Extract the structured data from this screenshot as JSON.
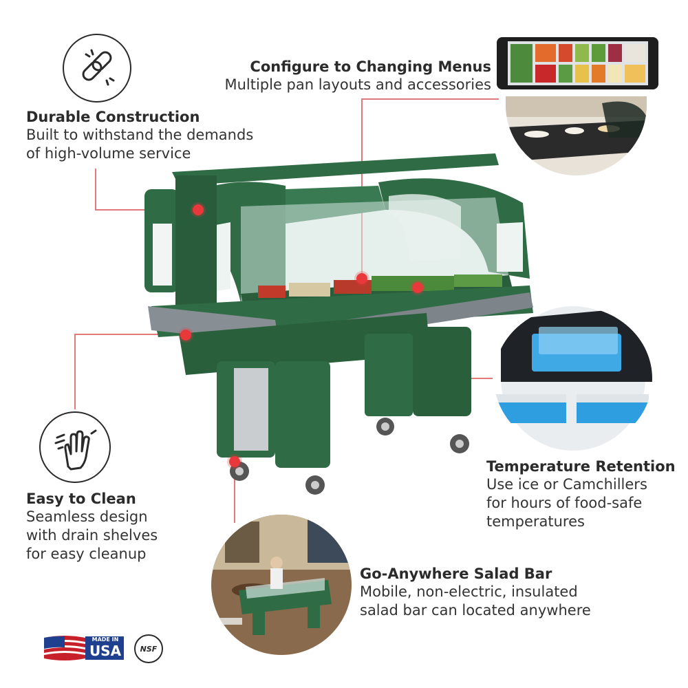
{
  "features": {
    "configure": {
      "title": "Configure to Changing Menus",
      "lines": [
        "Multiple pan layouts and accessories"
      ]
    },
    "durable": {
      "title": "Durable Construction",
      "lines": [
        "Built to withstand the demands",
        "of high-volume service"
      ]
    },
    "clean": {
      "title": "Easy to Clean",
      "lines": [
        "Seamless design",
        "with drain shelves",
        "for easy cleanup"
      ]
    },
    "temperature": {
      "title": "Temperature Retention",
      "lines": [
        "Use ice or Camchillers",
        "for hours of food-safe",
        "temperatures"
      ]
    },
    "anywhere": {
      "title": "Go-Anywhere Salad Bar",
      "lines": [
        "Mobile, non-electric, insulated",
        "salad bar can located anywhere"
      ]
    }
  },
  "badges": {
    "made_in_top": "MADE IN",
    "made_in_bottom": "USA",
    "nsf": "NSF"
  },
  "colors": {
    "product_green": "#2f6b45",
    "accent_red": "#e8383b",
    "leader": "#e07a7a",
    "text": "#2b2b2b"
  },
  "icons": [
    "chain-link-icon",
    "hand-wiping-icon"
  ]
}
